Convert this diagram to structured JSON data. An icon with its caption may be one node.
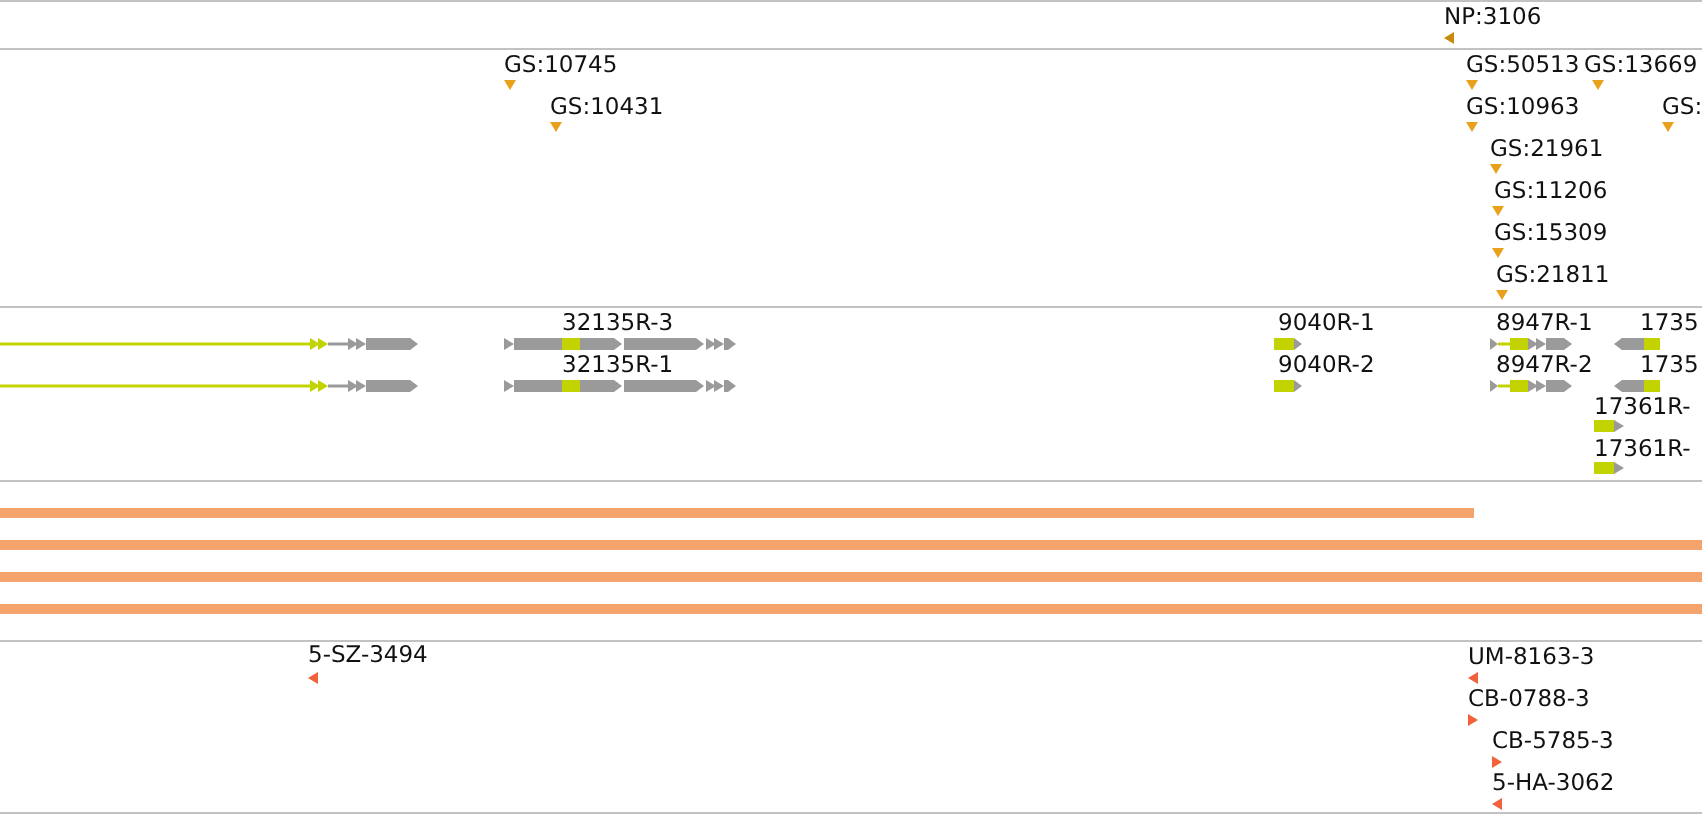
{
  "diagram": {
    "labels": [
      "NP:3106",
      "GS:10745",
      "GS:50513",
      "GS:13669",
      "GS:10431",
      "GS:10963",
      "GS:",
      "GS:21961",
      "GS:11206",
      "GS:15309",
      "GS:21811",
      "32135R-3",
      "9040R-1",
      "8947R-1",
      "1735",
      "32135R-1",
      "9040R-2",
      "8947R-2",
      "1735",
      "17361R-",
      "17361R-",
      "5-SZ-3494",
      "UM-8163-3",
      "CB-0788-3",
      "CB-5785-3",
      "5-HA-3062"
    ]
  }
}
